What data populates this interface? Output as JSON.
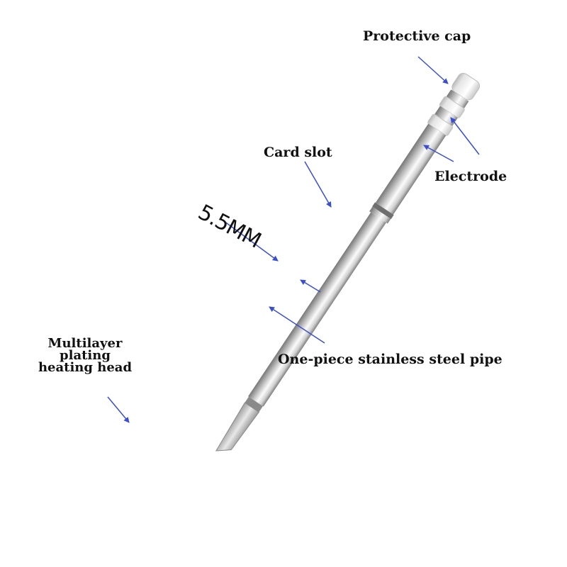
{
  "labels": {
    "protective_cap": "Protective cap",
    "card_slot": "Card slot",
    "electrode": "Electrode",
    "diameter": "5.5MM",
    "pipe": "One-piece stainless steel pipe",
    "head_line1": "Multilayer",
    "head_line2": "plating",
    "head_line3": "heating head"
  },
  "colors": {
    "arrow": "#3a4fd0",
    "text": "#111111",
    "steel_light": "#f2f2f2",
    "steel_dark": "#8e8e8e",
    "cap_white": "#f4f4f4"
  }
}
